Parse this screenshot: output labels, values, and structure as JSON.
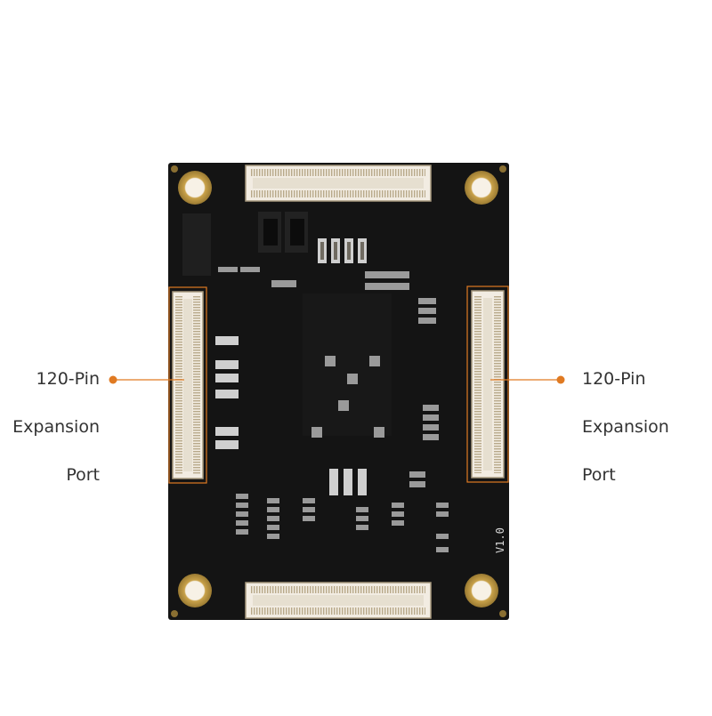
{
  "callouts": {
    "left": {
      "line1": "120-Pin",
      "line2": "Expansion",
      "line3": "Port"
    },
    "right": {
      "line1": "120-Pin",
      "line2": "Expansion",
      "line3": "Port"
    }
  },
  "board": {
    "version_mark": "V1.0"
  },
  "colors": {
    "pcb": "#141414",
    "accent": "#e07a22",
    "mount_ring": "#c9a24a",
    "connector": "#f2ece2"
  }
}
